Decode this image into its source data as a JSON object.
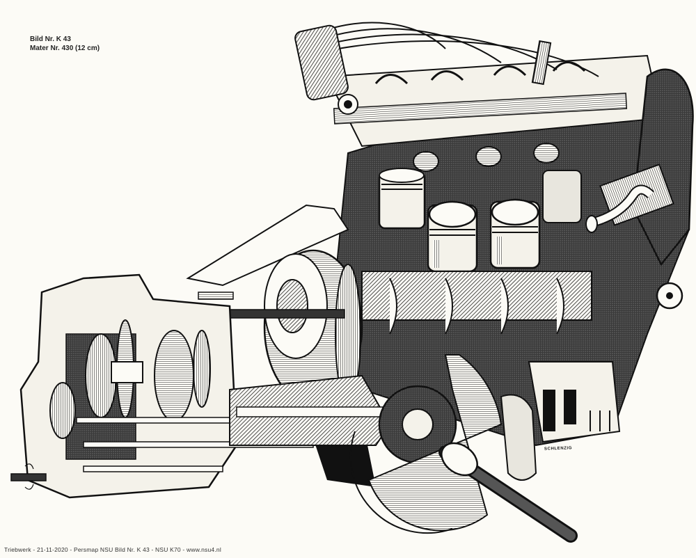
{
  "caption": {
    "line1": "Bild Nr. K 43",
    "line2": "Mater Nr. 430 (12 cm)"
  },
  "illustration": {
    "subject": "NSU K70 engine and transaxle cutaway",
    "artist_signature": "SCHLENZIG",
    "parts": [
      "ignition-distributor",
      "camshaft-and-rockers",
      "valve-springs",
      "pistons",
      "crankshaft",
      "clutch-flywheel",
      "gearbox",
      "differential",
      "brake-disc",
      "drive-shaft",
      "timing-chain-cover",
      "oil-filter"
    ]
  },
  "footer": {
    "text": "Triebwerk - 21-11-2020 - Persmap NSU Bild Nr. K 43 - NSU K70 - www.nsu4.nl"
  },
  "colors": {
    "paper": "#fcfbf6",
    "ink": "#111111",
    "shade": "#555555"
  }
}
